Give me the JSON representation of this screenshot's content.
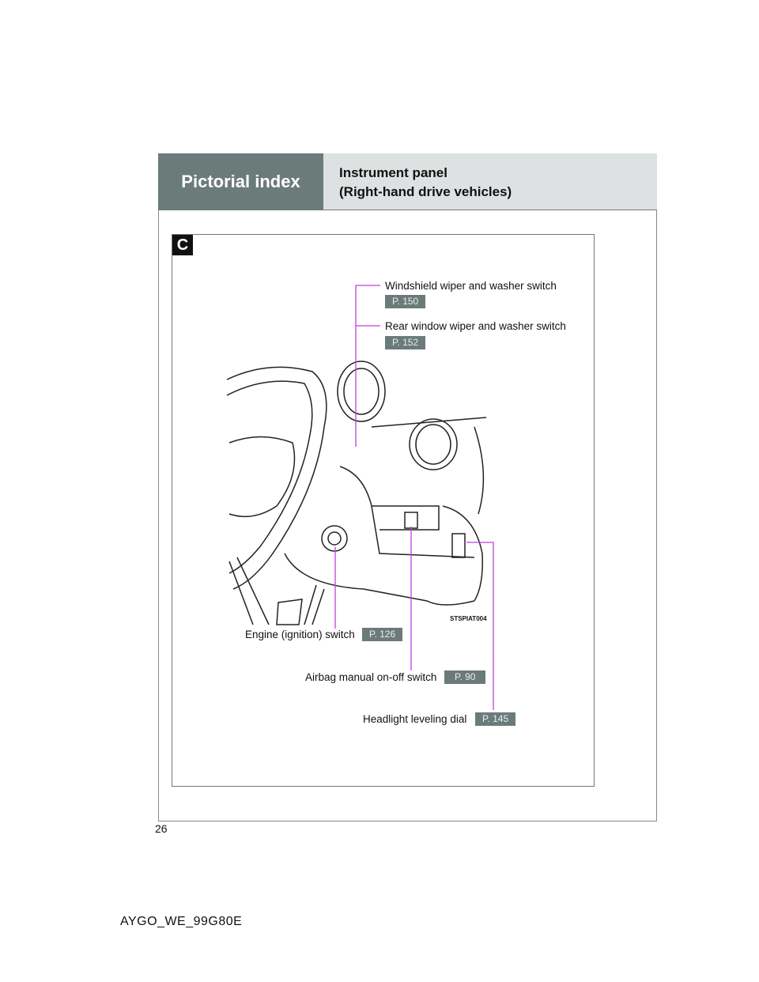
{
  "header": {
    "section": "Pictorial index",
    "title_line1": "Instrument panel",
    "title_line2": "(Right-hand drive vehicles)"
  },
  "figure": {
    "badge": "C",
    "code": "STSPIAT004",
    "callouts": [
      {
        "label": "Windshield wiper and washer switch",
        "page": "P. 150"
      },
      {
        "label": "Rear window wiper and washer switch",
        "page": "P. 152"
      },
      {
        "label": "Engine (ignition) switch",
        "page": "P. 126"
      },
      {
        "label": "Airbag manual on-off switch",
        "page": "P. 90"
      },
      {
        "label": "Headlight leveling dial",
        "page": "P. 145"
      }
    ]
  },
  "footer": {
    "page_number": "26",
    "doc_code": "AYGO_WE_99G80E"
  },
  "colors": {
    "header_dark": "#6b7b7a",
    "header_light": "#dde1e1",
    "callout": "#c040e0"
  }
}
